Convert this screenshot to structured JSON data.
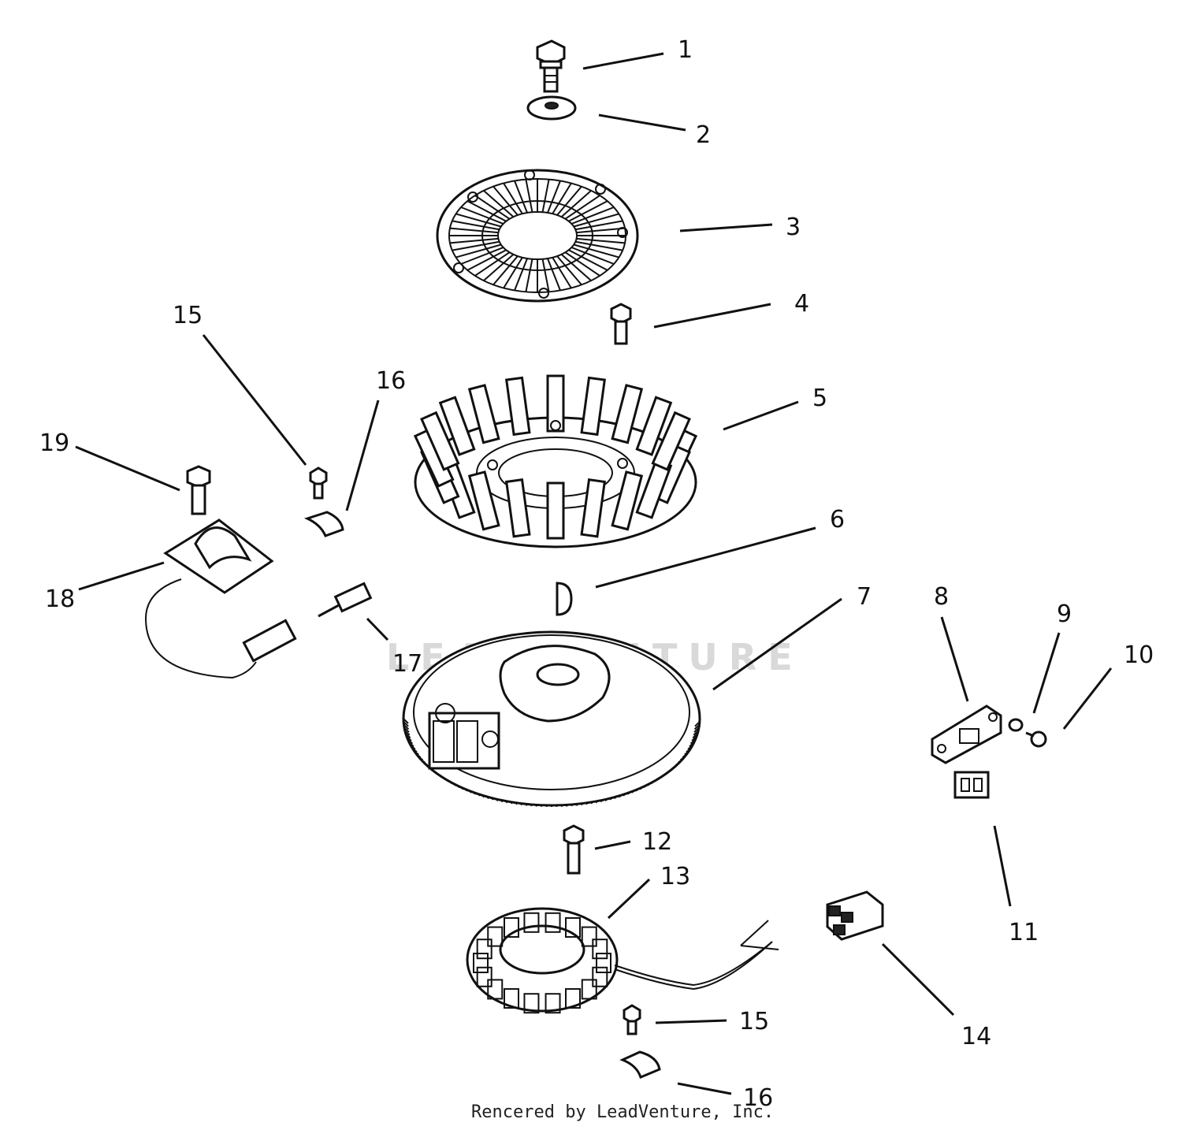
{
  "diagram": {
    "credit": "Rencered by LeadVenture, Inc.",
    "watermark": "LEADVENTURE",
    "callouts": [
      "1",
      "2",
      "3",
      "4",
      "5",
      "6",
      "7",
      "8",
      "9",
      "10",
      "11",
      "12",
      "13",
      "15",
      "14",
      "15",
      "16",
      "16",
      "17",
      "18",
      "19"
    ]
  }
}
